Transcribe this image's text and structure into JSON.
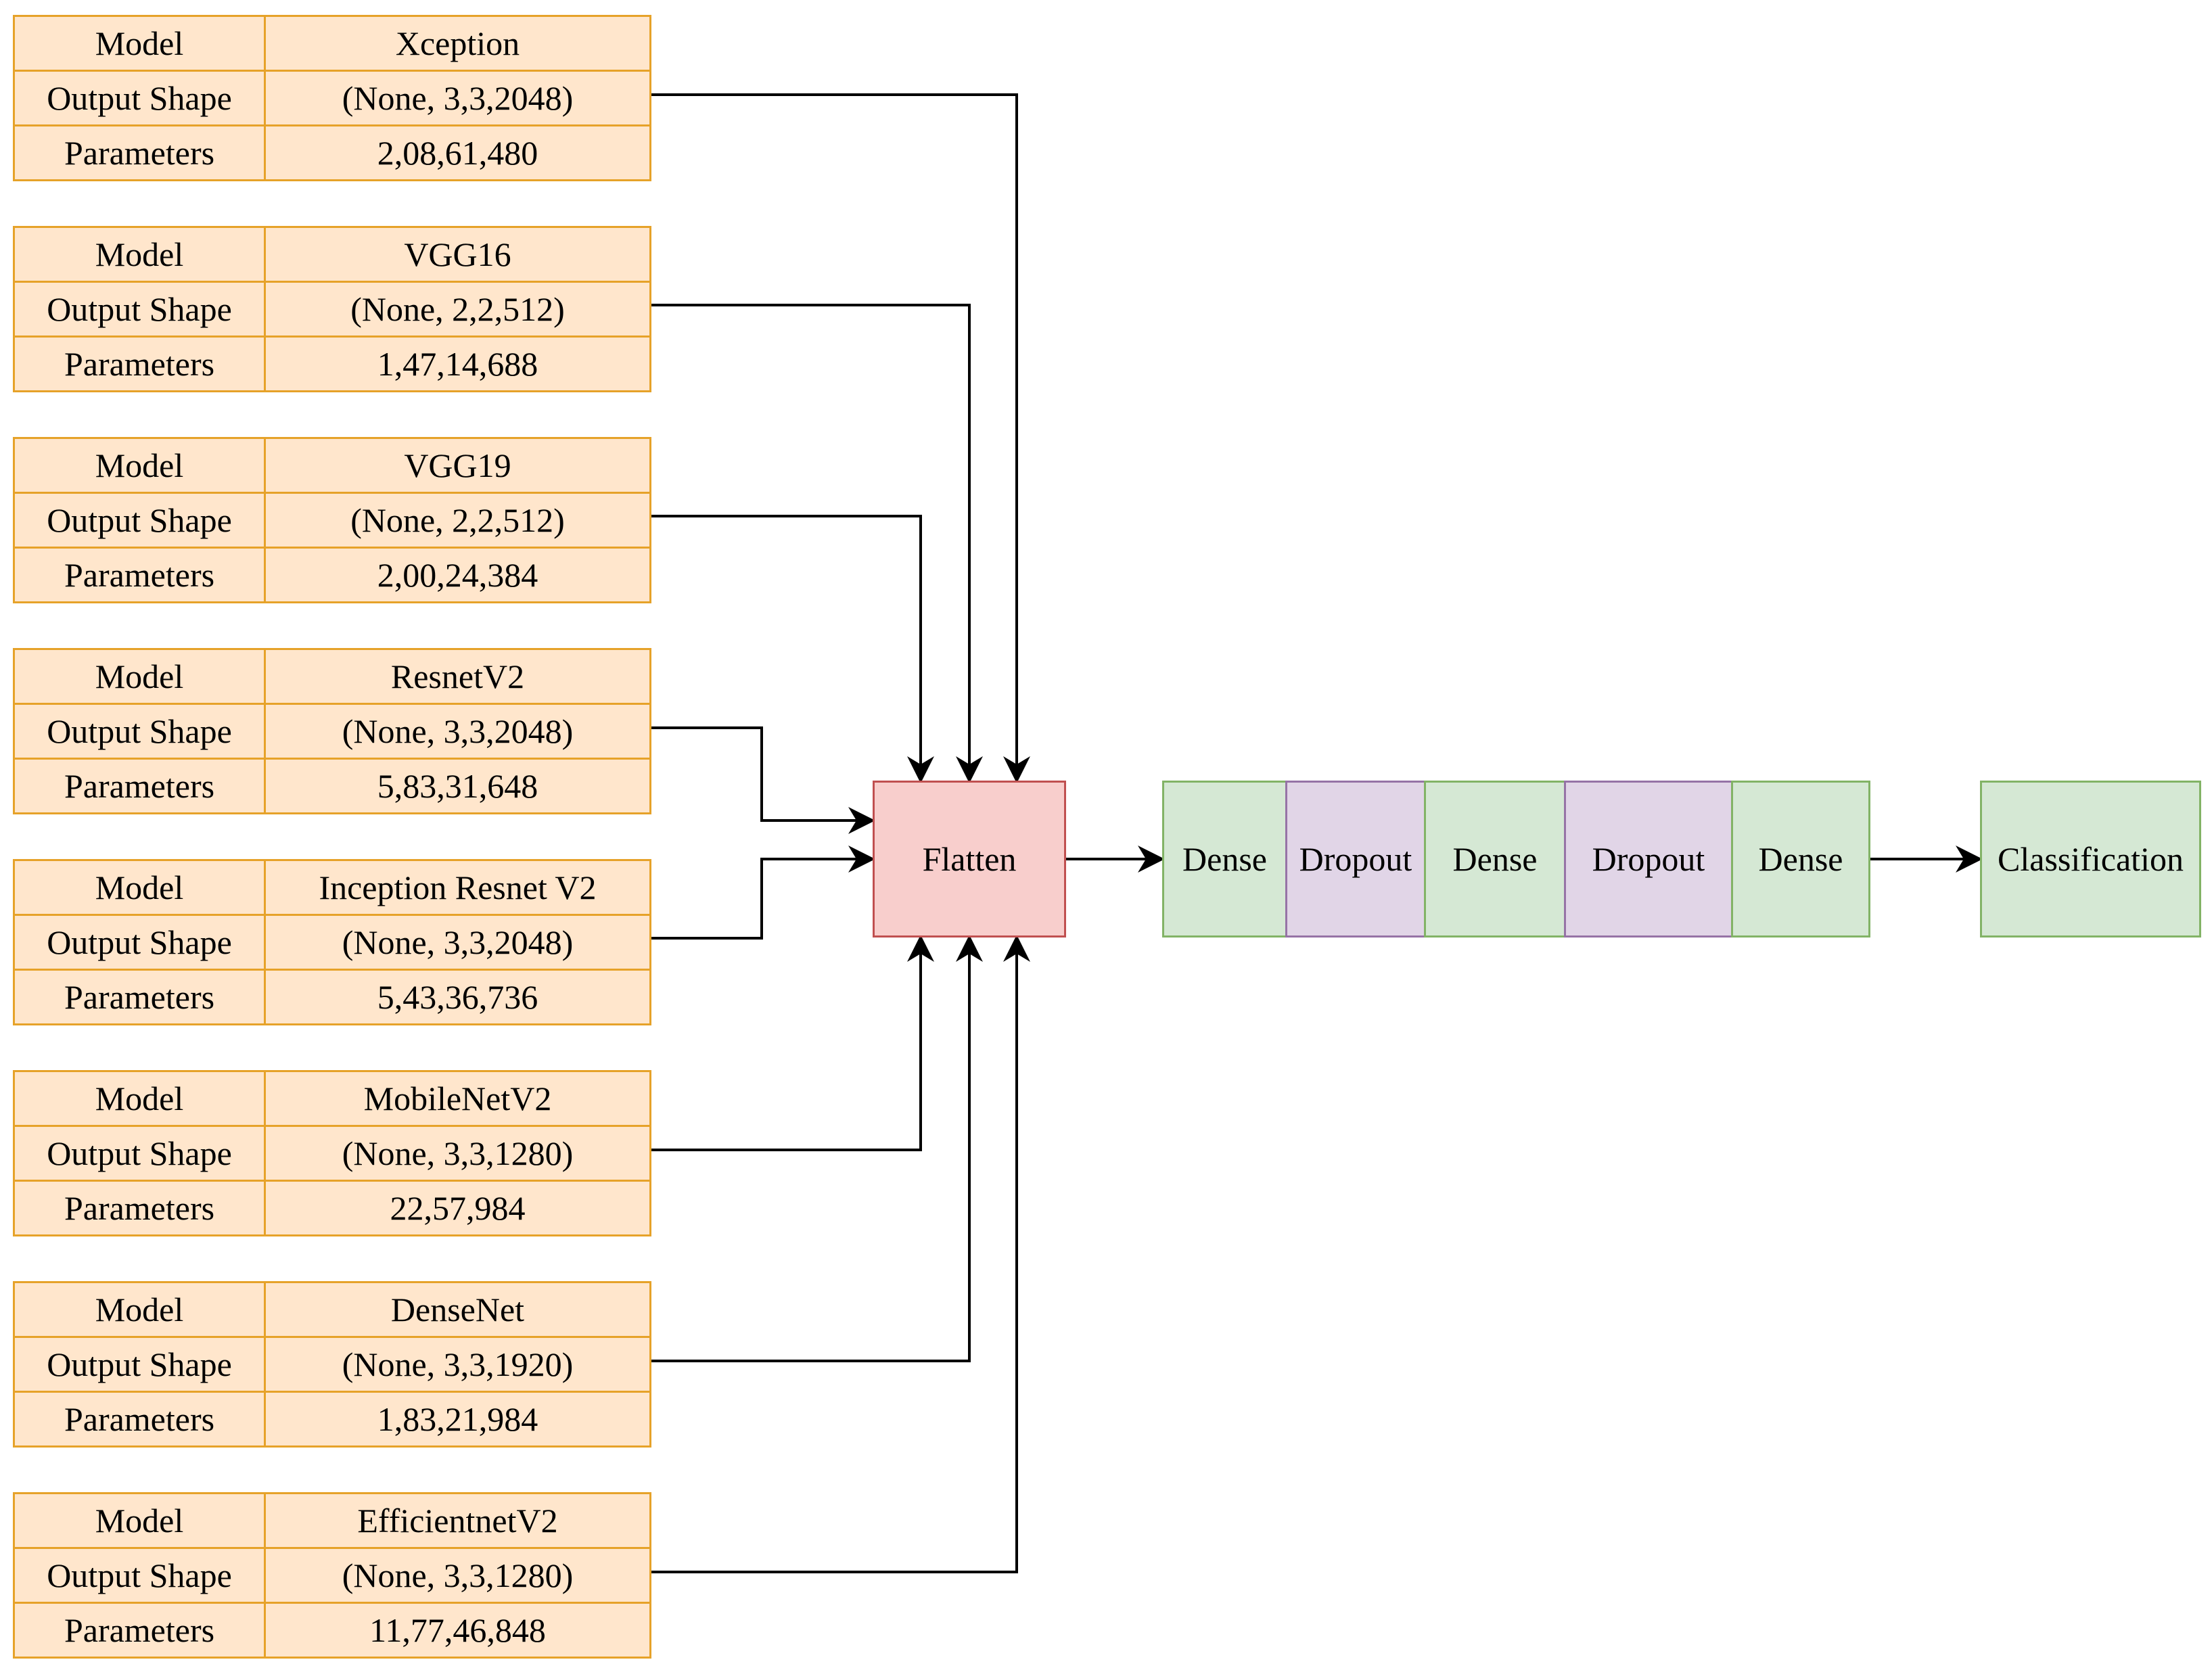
{
  "models": [
    {
      "name": "Xception",
      "output_shape": "(None, 3,3,2048)",
      "parameters": "2,08,61,480"
    },
    {
      "name": "VGG16",
      "output_shape": "(None, 2,2,512)",
      "parameters": "1,47,14,688"
    },
    {
      "name": "VGG19",
      "output_shape": "(None, 2,2,512)",
      "parameters": "2,00,24,384"
    },
    {
      "name": "ResnetV2",
      "output_shape": "(None, 3,3,2048)",
      "parameters": "5,83,31,648"
    },
    {
      "name": "Inception Resnet V2",
      "output_shape": "(None, 3,3,2048)",
      "parameters": "5,43,36,736"
    },
    {
      "name": "MobileNetV2",
      "output_shape": "(None, 3,3,1280)",
      "parameters": "22,57,984"
    },
    {
      "name": "DenseNet",
      "output_shape": "(None, 3,3,1920)",
      "parameters": "1,83,21,984"
    },
    {
      "name": "EfficientnetV2",
      "output_shape": "(None, 3,3,1280)",
      "parameters": "11,77,46,848"
    }
  ],
  "row_labels": {
    "model": "Model",
    "output_shape": "Output Shape",
    "parameters": "Parameters"
  },
  "flatten_label": "Flatten",
  "head_layers": [
    "Dense",
    "Dropout",
    "Dense",
    "Dropout",
    "Dense"
  ],
  "output_label": "Classification",
  "colors": {
    "table_fill": "#ffe6cc",
    "table_border": "#e6a229",
    "flatten_fill": "#f8cecc",
    "flatten_border": "#c05050",
    "dense_fill": "#d5e8d4",
    "dense_border": "#82b366",
    "dropout_fill": "#e1d5e7",
    "dropout_border": "#9673a6",
    "connector": "#000000"
  }
}
